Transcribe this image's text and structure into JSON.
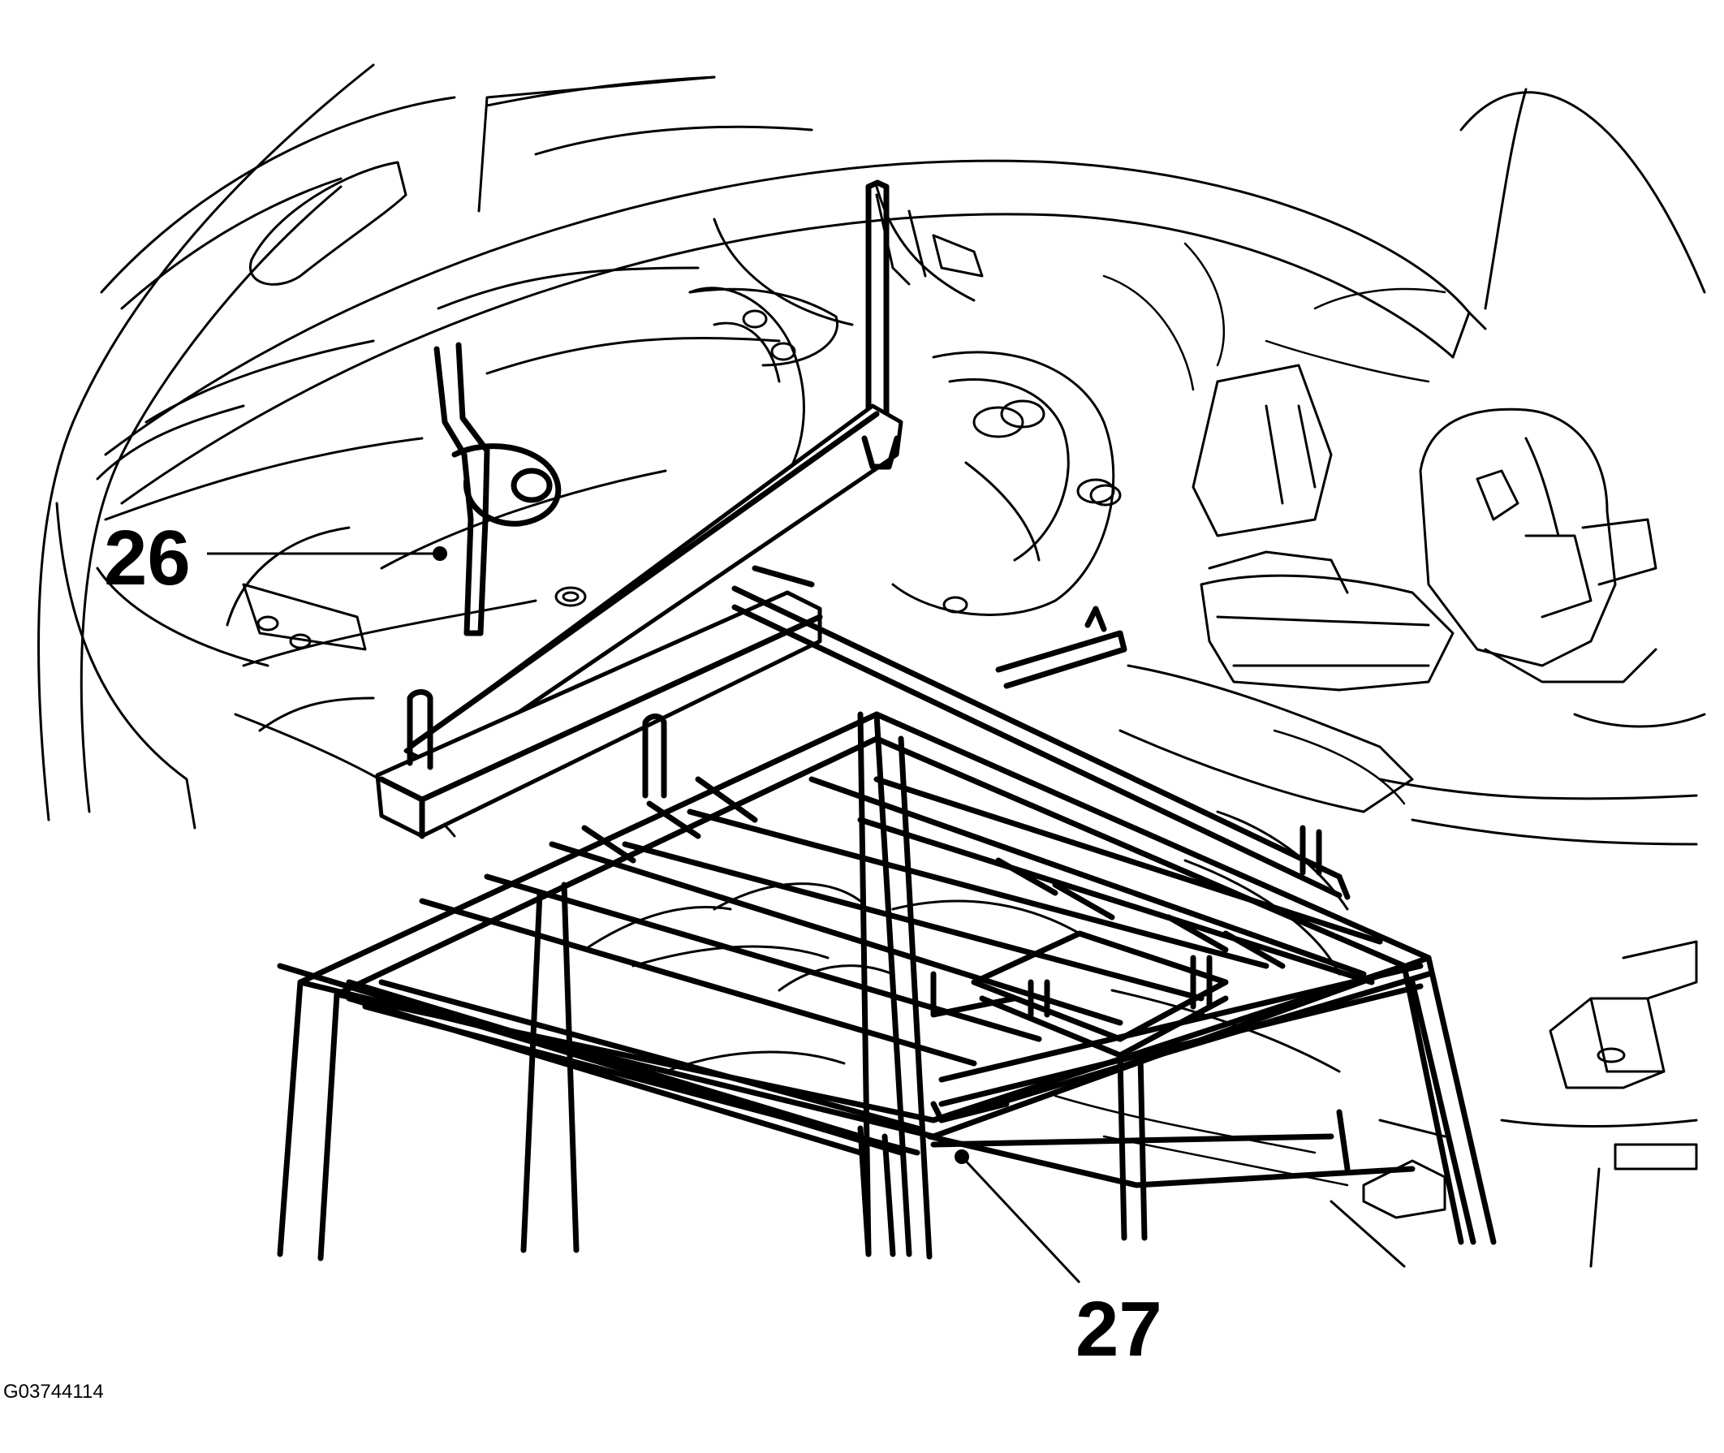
{
  "callouts": {
    "c26": "26",
    "c27": "27"
  },
  "figure_id": "G03744114",
  "colors": {
    "ink": "#000000",
    "paper": "#ffffff"
  }
}
